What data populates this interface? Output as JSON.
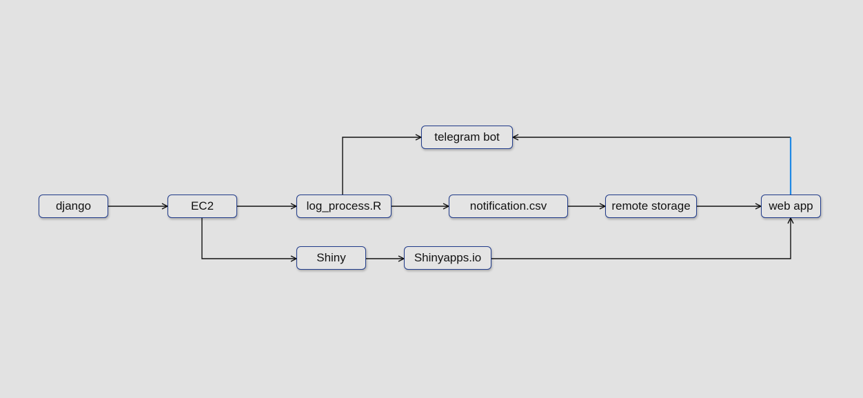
{
  "nodes": {
    "django": "django",
    "ec2": "EC2",
    "log_process": "log_process.R",
    "telegram_bot": "telegram bot",
    "notification_csv": "notification.csv",
    "remote_storage": "remote storage",
    "web_app": "web app",
    "shiny": "Shiny",
    "shinyapps": "Shinyapps.io"
  },
  "edges": [
    {
      "from": "django",
      "to": "EC2"
    },
    {
      "from": "EC2",
      "to": "log_process.R"
    },
    {
      "from": "EC2",
      "to": "Shiny"
    },
    {
      "from": "log_process.R",
      "to": "telegram bot"
    },
    {
      "from": "log_process.R",
      "to": "notification.csv"
    },
    {
      "from": "notification.csv",
      "to": "remote storage"
    },
    {
      "from": "remote storage",
      "to": "web app"
    },
    {
      "from": "web app",
      "to": "telegram bot"
    },
    {
      "from": "Shiny",
      "to": "Shinyapps.io"
    },
    {
      "from": "Shinyapps.io",
      "to": "web app"
    }
  ],
  "colors": {
    "background": "#e2e2e2",
    "node_border": "#1f3a8a",
    "edge": "#111111",
    "highlight_edge": "#1e88e5"
  }
}
